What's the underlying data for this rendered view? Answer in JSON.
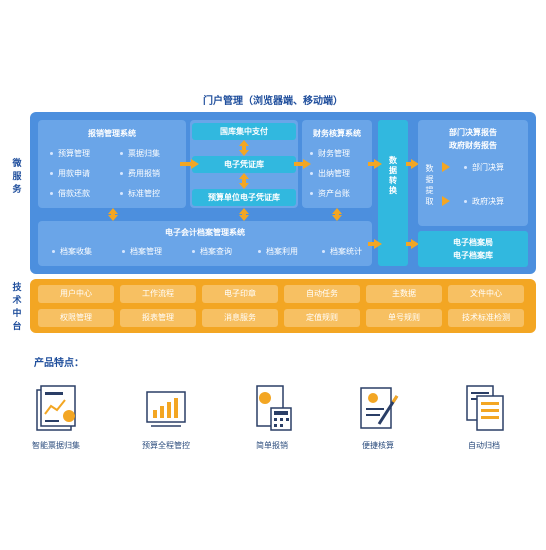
{
  "portal_title": "门户管理（浏览器端、移动端）",
  "side_labels": {
    "micro": "微服务",
    "middle": "技术中台"
  },
  "reimburse": {
    "title": "报销管理系统",
    "items": [
      "预算管理",
      "票据归集",
      "用款申请",
      "费用报销",
      "借款还款",
      "标准管控"
    ]
  },
  "treasury": {
    "title": "国库集中支付",
    "voucher_lib": "电子凭证库",
    "unit_voucher": "预算单位电子凭证库"
  },
  "accounting": {
    "title": "财务核算系统",
    "items": [
      "财务管理",
      "出纳管理",
      "资产台账"
    ]
  },
  "archive": {
    "title": "电子会计档案管理系统",
    "items": [
      "档案收集",
      "档案管理",
      "档案查询",
      "档案利用",
      "档案统计"
    ]
  },
  "data_convert": "数据转换",
  "data_extract": "数据提取",
  "final": {
    "title_line1": "部门决算报告",
    "title_line2": "政府财务报告",
    "items": [
      "部门决算",
      "政府决算"
    ]
  },
  "archive_bureau": {
    "line1": "电子档案局",
    "line2": "电子档案库"
  },
  "middle_row1": [
    "用户中心",
    "工作流程",
    "电子印章",
    "自动任务",
    "主数据",
    "文件中心"
  ],
  "middle_row2": [
    "权限管理",
    "报表管理",
    "消息服务",
    "定值规则",
    "单号规则",
    "技术标准检测"
  ],
  "features_title": "产品特点：",
  "features": [
    {
      "label": "智能票据归集",
      "icon": "invoice-chart-icon"
    },
    {
      "label": "预算全程管控",
      "icon": "budget-chart-icon"
    },
    {
      "label": "简单报销",
      "icon": "receipt-calculator-icon"
    },
    {
      "label": "便捷核算",
      "icon": "document-pen-icon"
    },
    {
      "label": "自动归档",
      "icon": "files-icon"
    }
  ],
  "colors": {
    "frame_blue": "#4c8fde",
    "panel_blue": "#6aa5e8",
    "cyan": "#31b8df",
    "orange": "#f3a623",
    "title_blue": "#1f4e9c"
  }
}
